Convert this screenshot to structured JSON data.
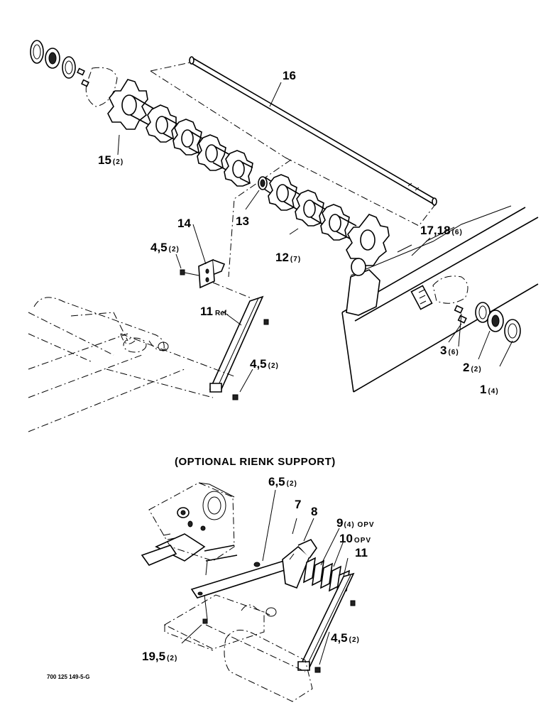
{
  "diagram": {
    "section_title": "(OPTIONAL RIENK SUPPORT)",
    "drawing_code": "700 125 149-5-G",
    "callouts": {
      "c16": {
        "num": "16",
        "qty": ""
      },
      "c15": {
        "num": "15",
        "qty": "(2)"
      },
      "c13": {
        "num": "13",
        "qty": ""
      },
      "c14": {
        "num": "14",
        "qty": ""
      },
      "c45a": {
        "num": "4,5",
        "qty": "(2)"
      },
      "c12": {
        "num": "12",
        "qty": "(7)"
      },
      "c1718": {
        "num": "17,18",
        "qty": "(6)"
      },
      "c11ref": {
        "num": "11",
        "qty": "Ref."
      },
      "c45b": {
        "num": "4,5",
        "qty": "(2)"
      },
      "c3": {
        "num": "3",
        "qty": "(6)"
      },
      "c2": {
        "num": "2",
        "qty": "(2)"
      },
      "c1": {
        "num": "1",
        "qty": "(4)"
      },
      "c65": {
        "num": "6,5",
        "qty": "(2)"
      },
      "c7": {
        "num": "7",
        "qty": ""
      },
      "c8": {
        "num": "8",
        "qty": ""
      },
      "c9": {
        "num": "9",
        "qty": "(4) OPV"
      },
      "c10": {
        "num": "10",
        "qty": "OPV"
      },
      "c11": {
        "num": "11",
        "qty": ""
      },
      "c45c": {
        "num": "4,5",
        "qty": "(2)"
      },
      "c195": {
        "num": "19,5",
        "qty": "(2)"
      }
    }
  }
}
